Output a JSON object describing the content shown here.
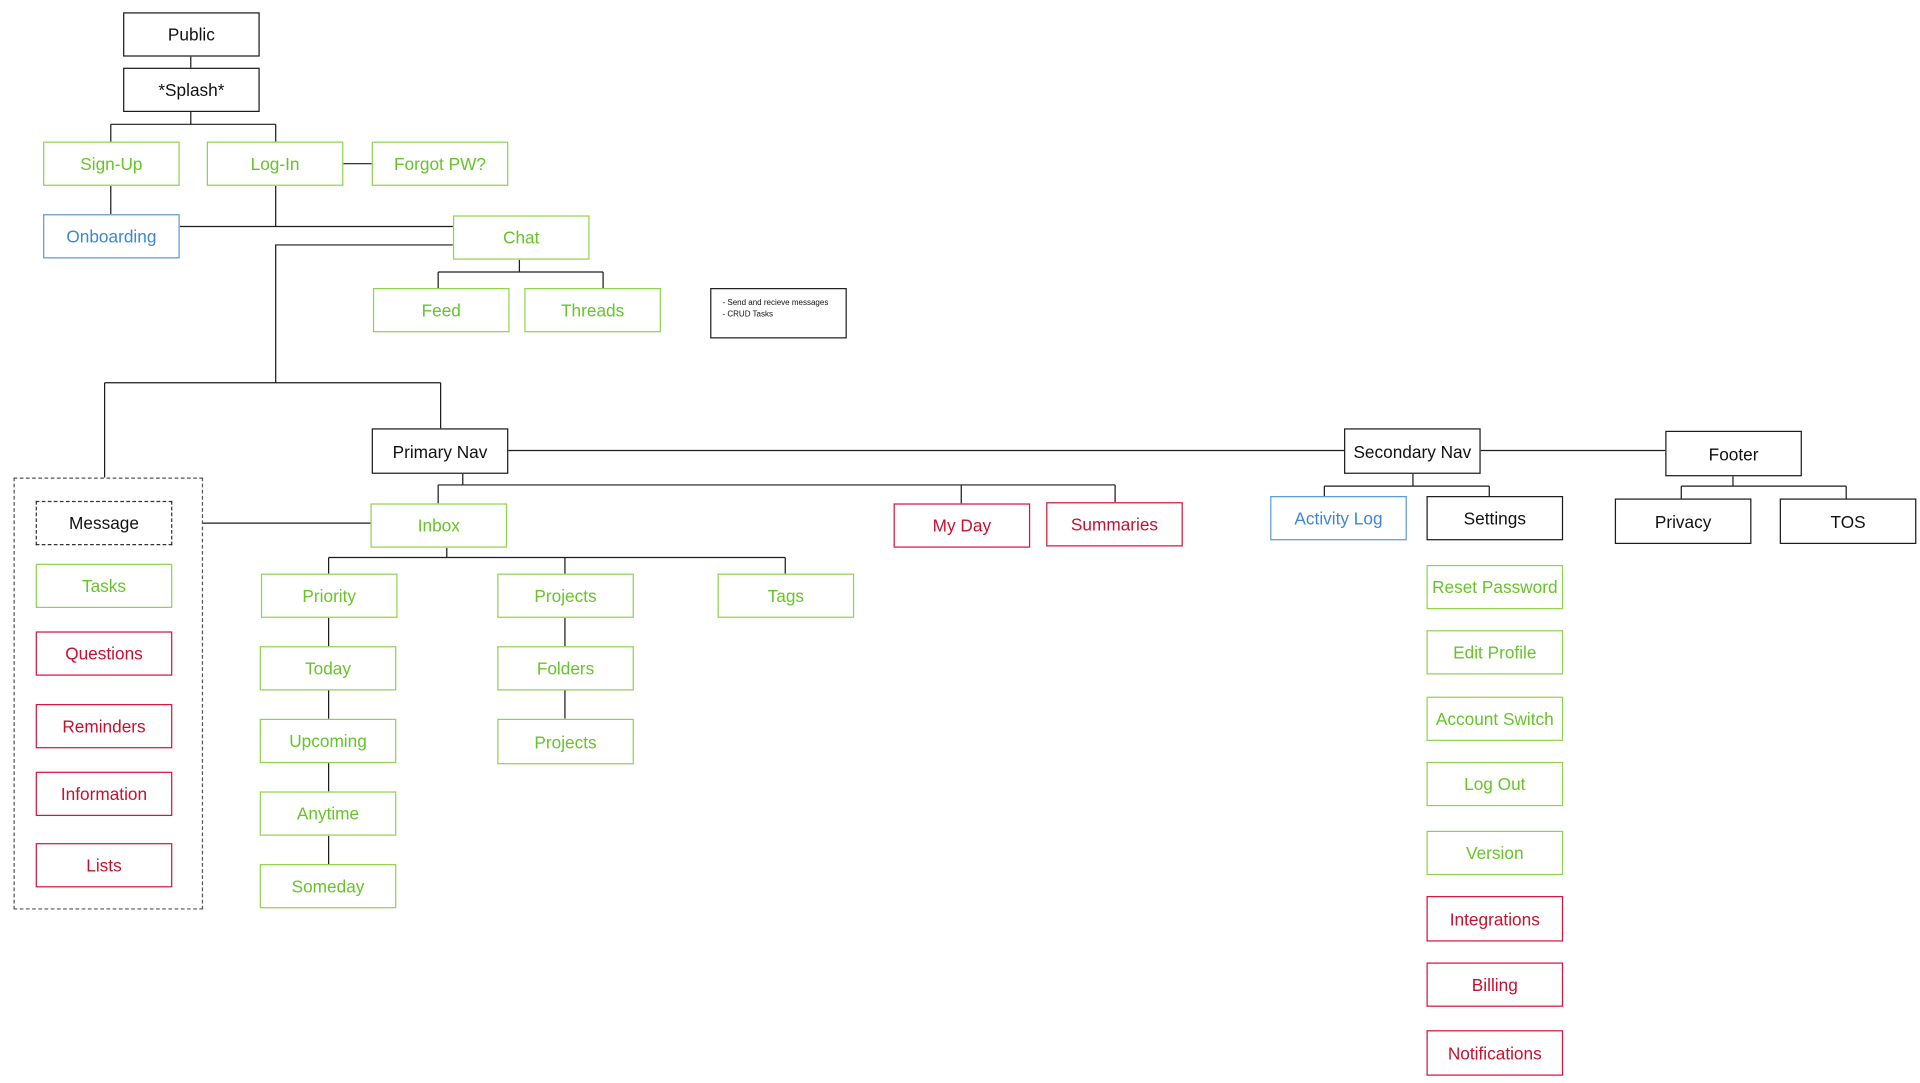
{
  "colors": {
    "structural": "#1c1c1c",
    "green": "#66c42a",
    "red": "#c8102e",
    "blue": "#3d87d2"
  },
  "nodes": {
    "public": "Public",
    "splash": "*Splash*",
    "sign_up": "Sign-Up",
    "log_in": "Log-In",
    "forgot_pw": "Forgot PW?",
    "onboarding": "Onboarding",
    "chat": "Chat",
    "feed": "Feed",
    "threads": "Threads",
    "primary_nav": "Primary Nav",
    "secondary_nav": "Secondary Nav",
    "footer": "Footer",
    "message": "Message",
    "tasks": "Tasks",
    "questions": "Questions",
    "reminders": "Reminders",
    "information": "Information",
    "lists": "Lists",
    "inbox": "Inbox",
    "my_day": "My Day",
    "summaries": "Summaries",
    "priority": "Priority",
    "today": "Today",
    "upcoming": "Upcoming",
    "anytime": "Anytime",
    "someday": "Someday",
    "projects_top": "Projects",
    "folders": "Folders",
    "projects_sub": "Projects",
    "tags": "Tags",
    "activity_log": "Activity Log",
    "settings": "Settings",
    "reset_password": "Reset Password",
    "edit_profile": "Edit Profile",
    "account_switch": "Account Switch",
    "log_out": "Log Out",
    "version": "Version",
    "integrations": "Integrations",
    "billing": "Billing",
    "notifications": "Notifications",
    "privacy": "Privacy",
    "tos": "TOS"
  },
  "note": {
    "line1": "- Send and recieve messages",
    "line2": "- CRUD Tasks"
  }
}
